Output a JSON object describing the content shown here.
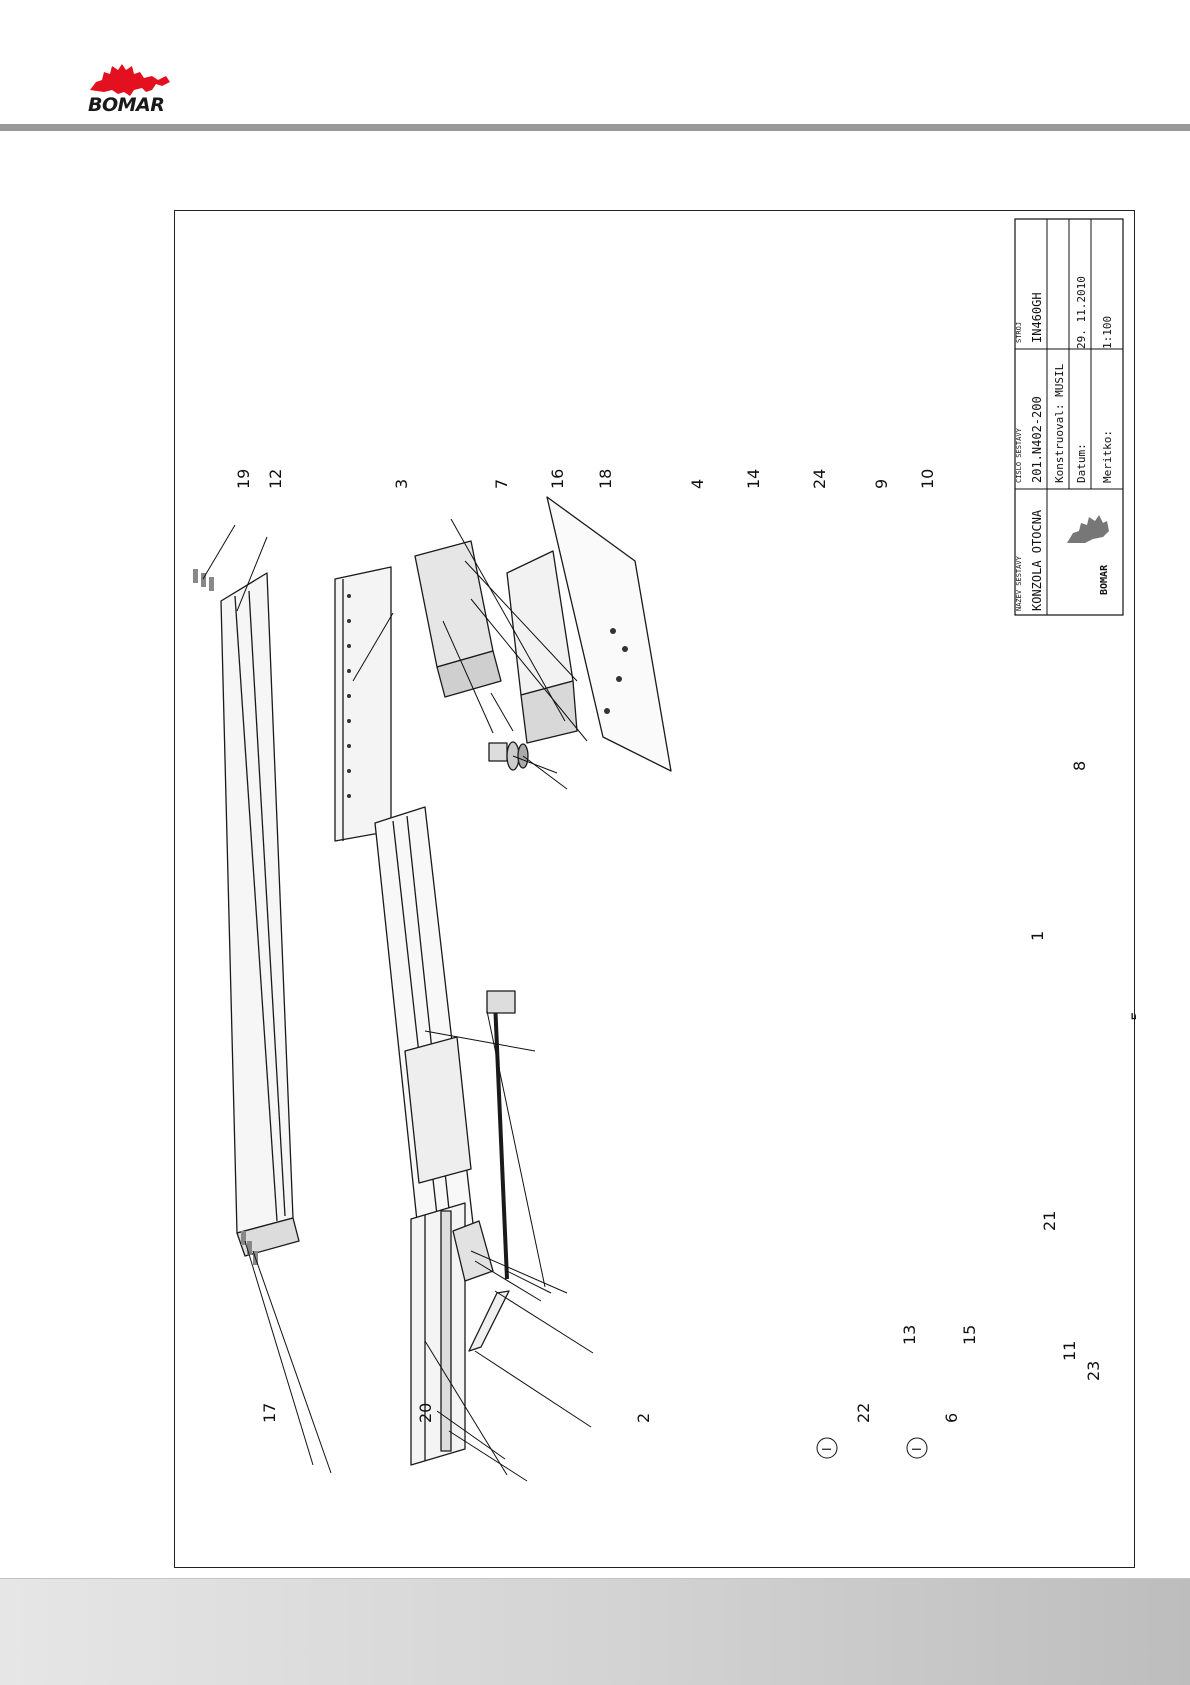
{
  "brand": {
    "logo_text": "BOMAR"
  },
  "title_block": {
    "name_caption": "NAZEV SESTAVY",
    "name_value": "KONZOLA OTOCNA",
    "number_caption": "CISLO SESTAVY",
    "number_value": "201.N402-200",
    "machine_caption": "STROJ",
    "machine_value": "IN460GH",
    "designer_label": "Konstruoval: MUSIL",
    "date_label": "Datum:",
    "date_value": "29. 11.2010",
    "scale_label": "Meritko:",
    "scale_value": "1:100",
    "logo_text": "BOMAR"
  },
  "callouts": [
    "19",
    "12",
    "3",
    "7",
    "16",
    "18",
    "4",
    "14",
    "24",
    "9",
    "10",
    "8",
    "1",
    "5",
    "21",
    "11",
    "23",
    "13",
    "15",
    "22",
    "6",
    "2",
    "17",
    "20"
  ],
  "circled_marks": [
    "I",
    "I"
  ]
}
